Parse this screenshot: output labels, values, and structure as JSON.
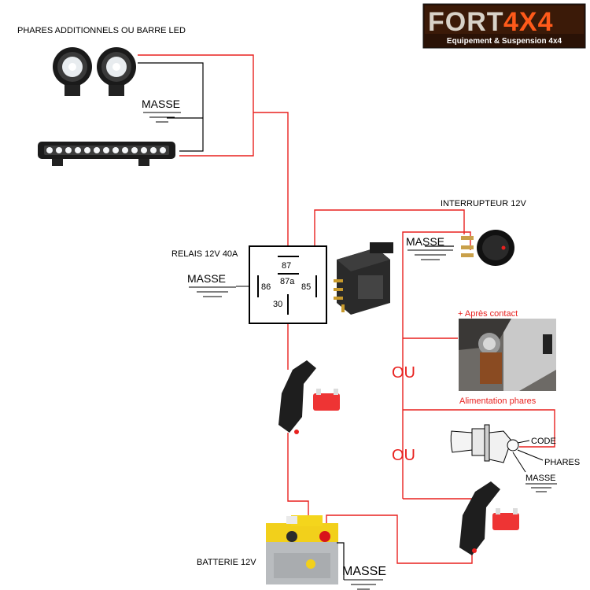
{
  "logo": {
    "brand": "FORT4X4",
    "brand_left": "FORT",
    "brand_right": "4X4",
    "tagline": "Equipement & Suspension 4x4"
  },
  "labels": {
    "lights_title": "PHARES ADDITIONNELS OU BARRE LED",
    "masse": "MASSE",
    "switch_title": "INTERRUPTEUR 12V",
    "relay_title": "RELAIS 12V 40A",
    "battery_title": "BATTERIE 12V",
    "apres_contact": "+ Après contact",
    "alimentation_phares": "Alimentation phares",
    "ou": "OU",
    "code": "CODE",
    "phares": "PHARES"
  },
  "relay_pins": {
    "p87": "87",
    "p87a": "87a",
    "p86": "86",
    "p85": "85",
    "p30": "30"
  },
  "colors": {
    "wire_positive": "#e8211f",
    "wire_ground": "#000000",
    "logo_bg": "#3b1a08",
    "logo_accent": "#ff5a1a"
  }
}
